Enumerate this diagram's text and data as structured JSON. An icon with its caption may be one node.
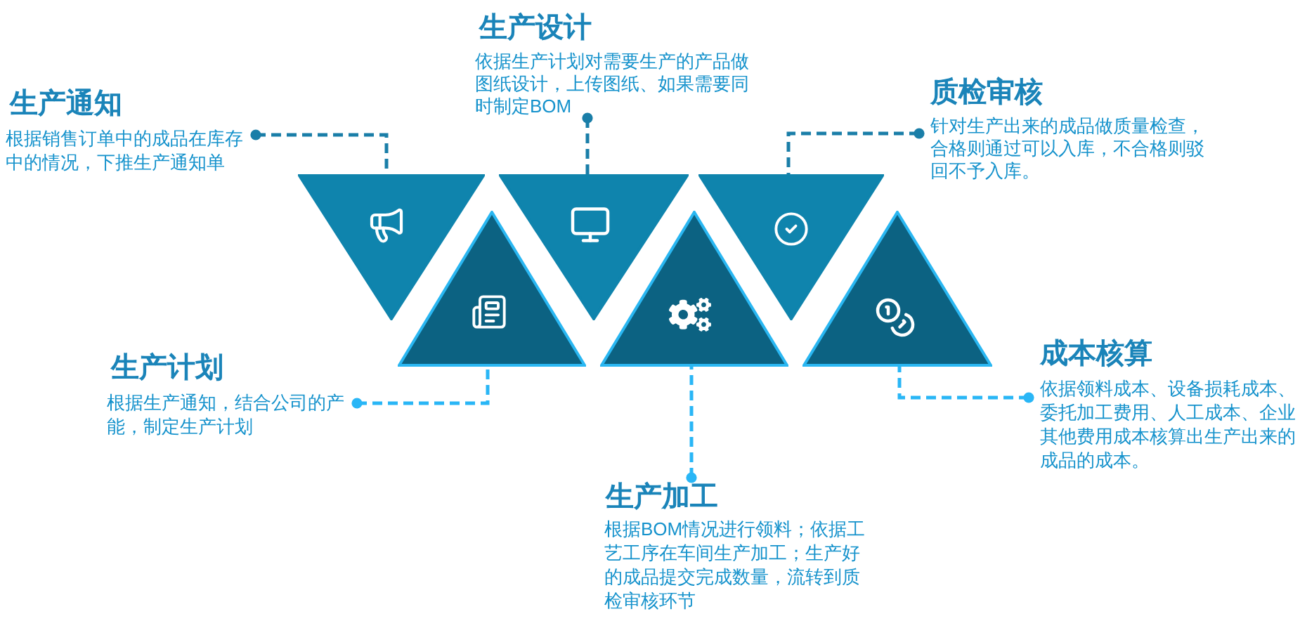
{
  "diagram": {
    "nodes": [
      {
        "text": [
          "生产通知",
          "根据销售订单中的成品在库存中的情况，下推生产通知单"
        ]
      },
      {
        "text": [],
        "shape": "triangle"
      },
      {
        "text": [
          "生产设计",
          "依据生产计划对需要生产的产品做图纸设计，上传图纸、如果需要同时制定BOM"
        ]
      },
      {
        "text": [],
        "shape": "triangle"
      },
      {
        "text": [
          "质检审核",
          "针对生产出来的成品做质量检查，合格则通过可以入库，不合格则驳回不予入库。"
        ]
      },
      {
        "text": [],
        "shape": "triangle"
      },
      {
        "text": [
          "生产计划",
          "根据生产通知，结合公司的产能，制定生产计划"
        ]
      },
      {
        "text": [],
        "shape": "triangle"
      },
      {
        "text": [
          "生产加工",
          "根据BOM情况进行领料；依据工艺工序在车间生产加工；生产好的成品提交完成数量，流转到质检审核环节"
        ]
      },
      {
        "text": [],
        "shape": "triangle"
      },
      {
        "text": [
          "成本核算",
          "依据领料成本、设备损耗成本、委托加工费用、人工成本、企业其他费用成本核算出生产出来的成品的成本。"
        ]
      },
      {
        "text": [],
        "shape": "triangle"
      }
    ],
    "edges": [
      {
        "from": 0,
        "to": 1,
        "arrow": "other",
        "style": "dashed"
      },
      {
        "from": 2,
        "to": 3,
        "arrow": "other",
        "style": "dashed"
      },
      {
        "from": 4,
        "to": 5,
        "arrow": "other",
        "style": "dashed"
      },
      {
        "from": 6,
        "to": 7,
        "arrow": "other",
        "style": "dashed",
        "color": "#29b6f6"
      },
      {
        "from": 8,
        "to": 9,
        "arrow": "other",
        "style": "dashed",
        "color": "#29b6f6"
      },
      {
        "from": 10,
        "to": 11,
        "arrow": "other",
        "style": "dashed",
        "color": "#29b6f6"
      }
    ]
  }
}
